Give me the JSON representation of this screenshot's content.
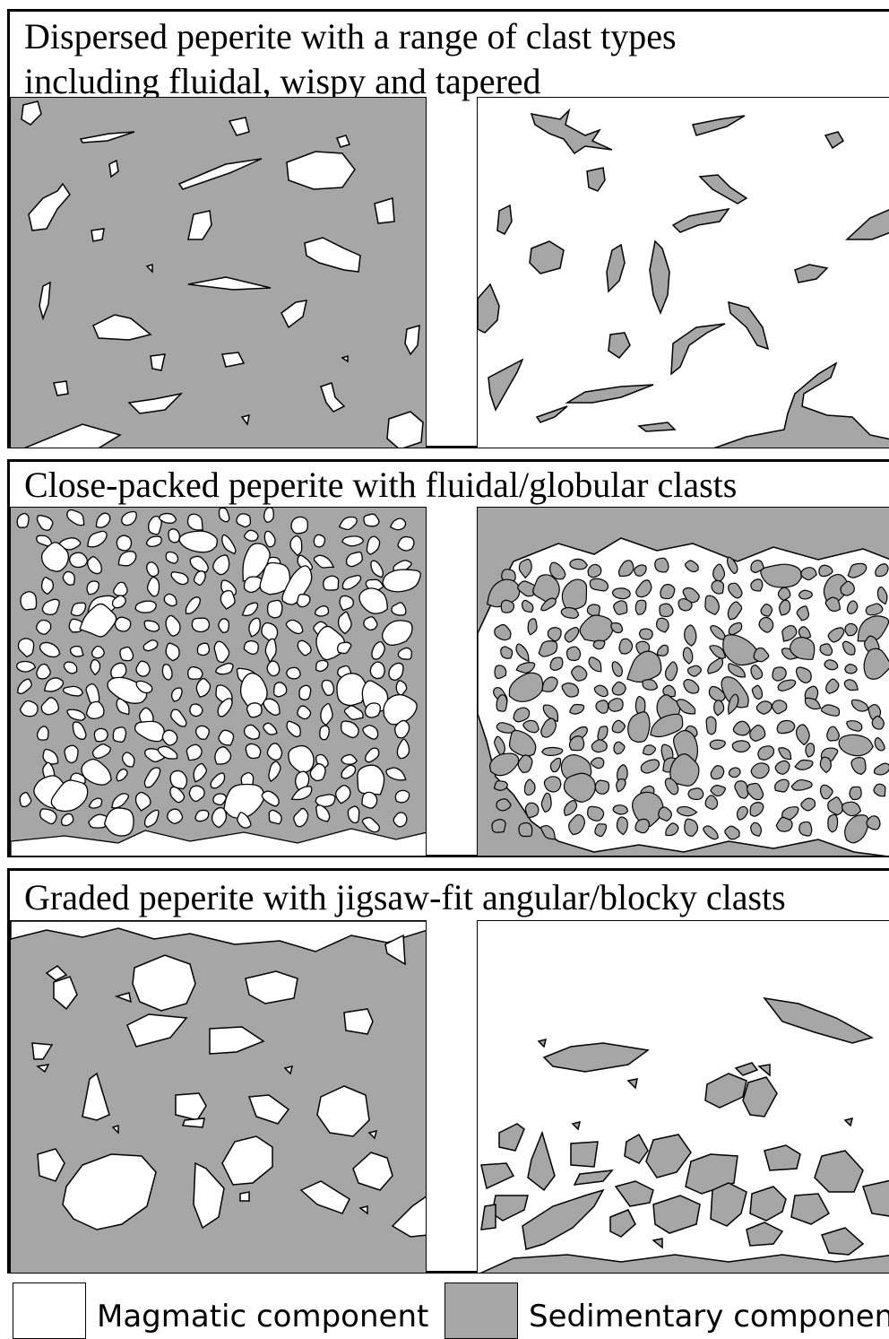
{
  "panels": [
    {
      "title_line1": "Dispersed peperite with a range of clast types",
      "title_line2": "including fluidal, wispy and tapered"
    },
    {
      "title_line1": "Close-packed peperite with fluidal/globular clasts"
    },
    {
      "title_line1": "Graded peperite with jigsaw-fit angular/blocky clasts"
    }
  ],
  "legend": {
    "magmatic_label": "Magmatic component",
    "sedimentary_label": "Sedimentary component"
  },
  "colors": {
    "magmatic": "#ffffff",
    "sedimentary": "#a6a6a6",
    "outline": "#000000"
  }
}
